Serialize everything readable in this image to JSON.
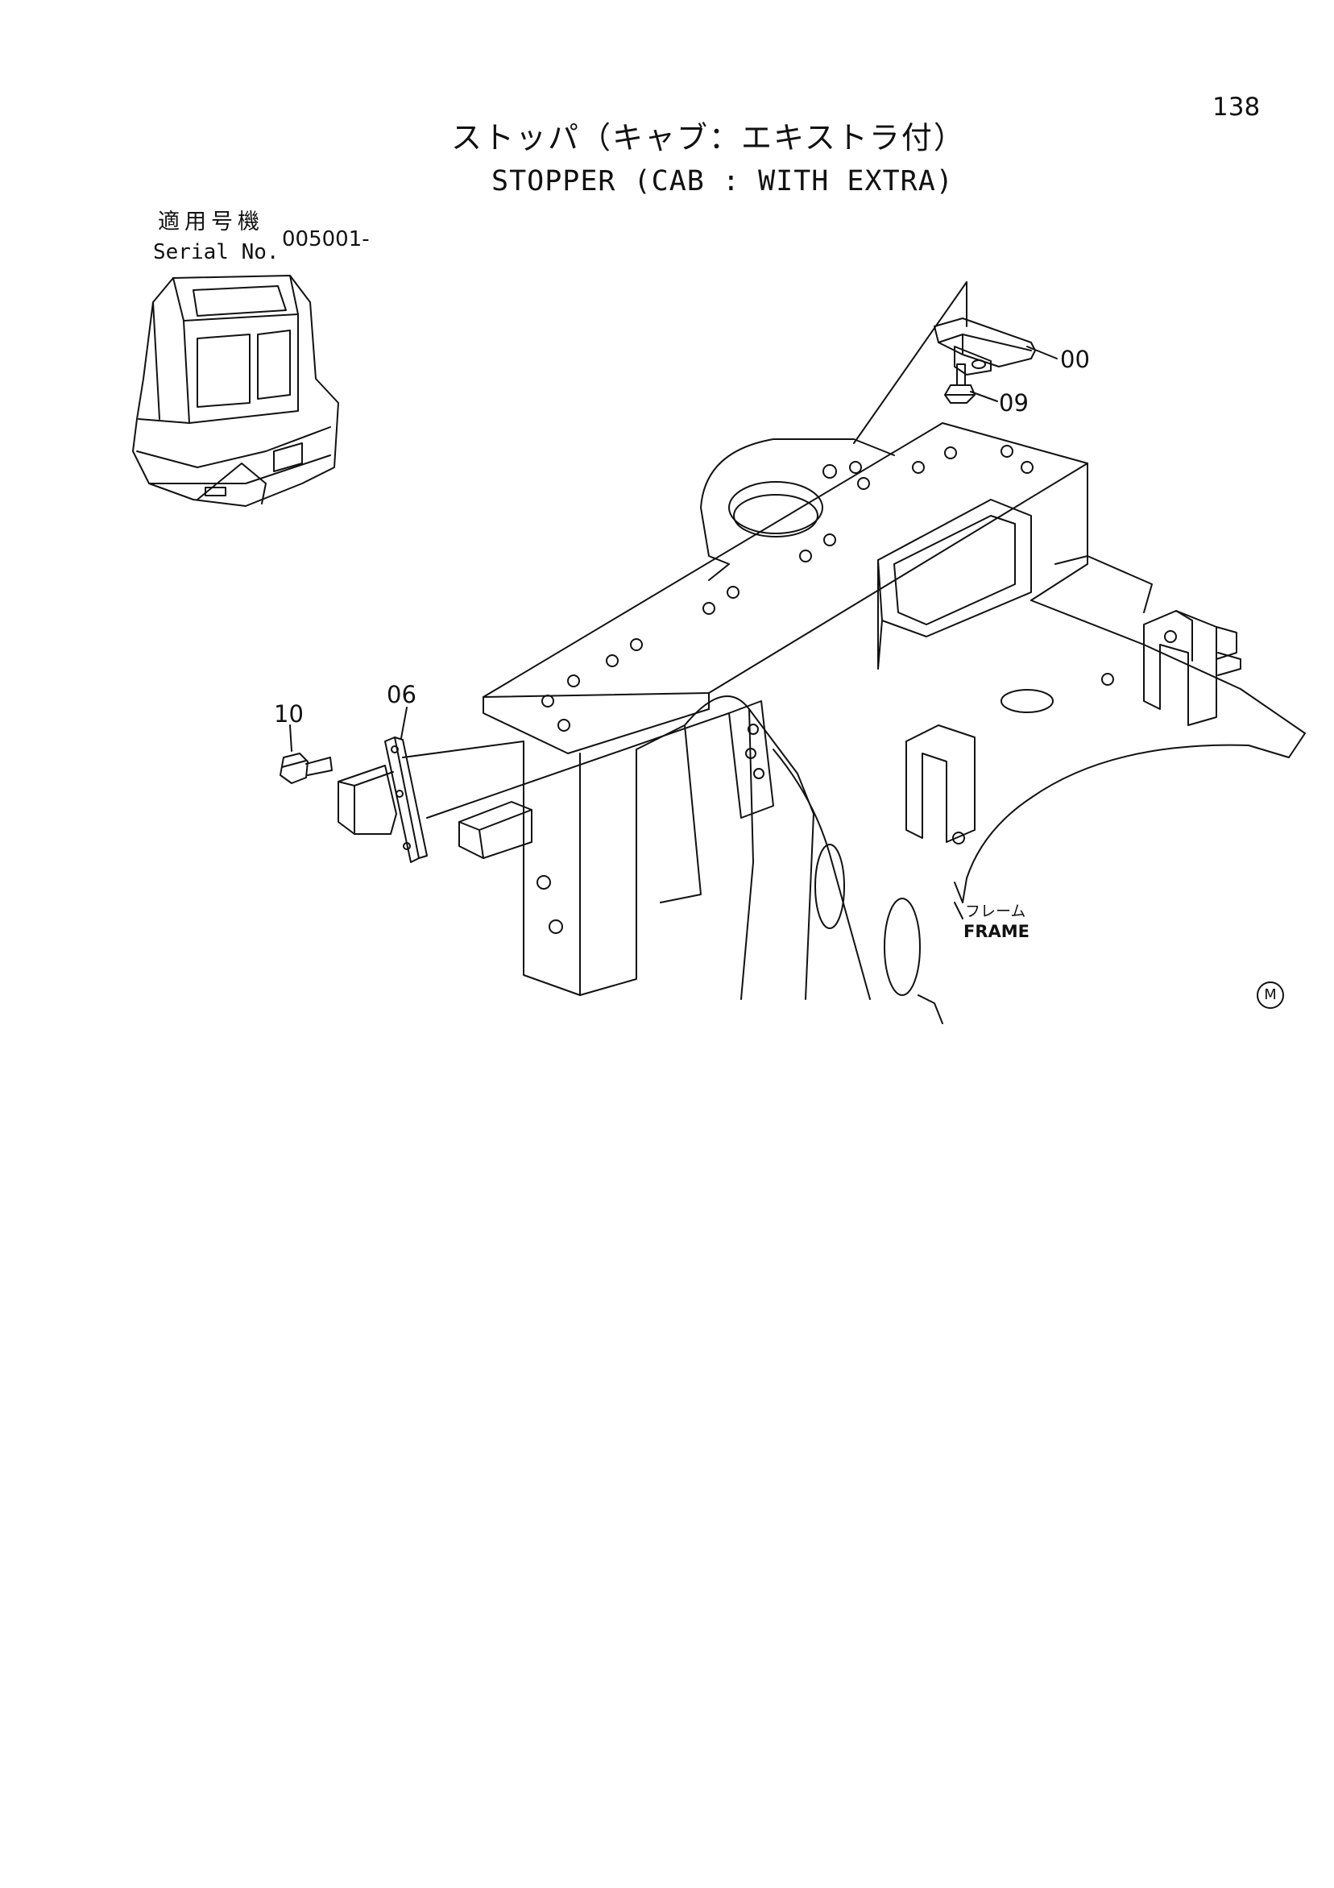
{
  "page_number": "138",
  "title": {
    "japanese": "ストッパ（キャブ：エキストラ付）",
    "english": "STOPPER (CAB : WITH EXTRA)"
  },
  "serial": {
    "label_japanese": "適用号機",
    "label_english": "Serial No.",
    "value": "005001-"
  },
  "part_callouts": [
    "00",
    "09",
    "06",
    "10"
  ],
  "frame_label": {
    "japanese": "フレーム",
    "english": "FRAME"
  },
  "mark": "M"
}
